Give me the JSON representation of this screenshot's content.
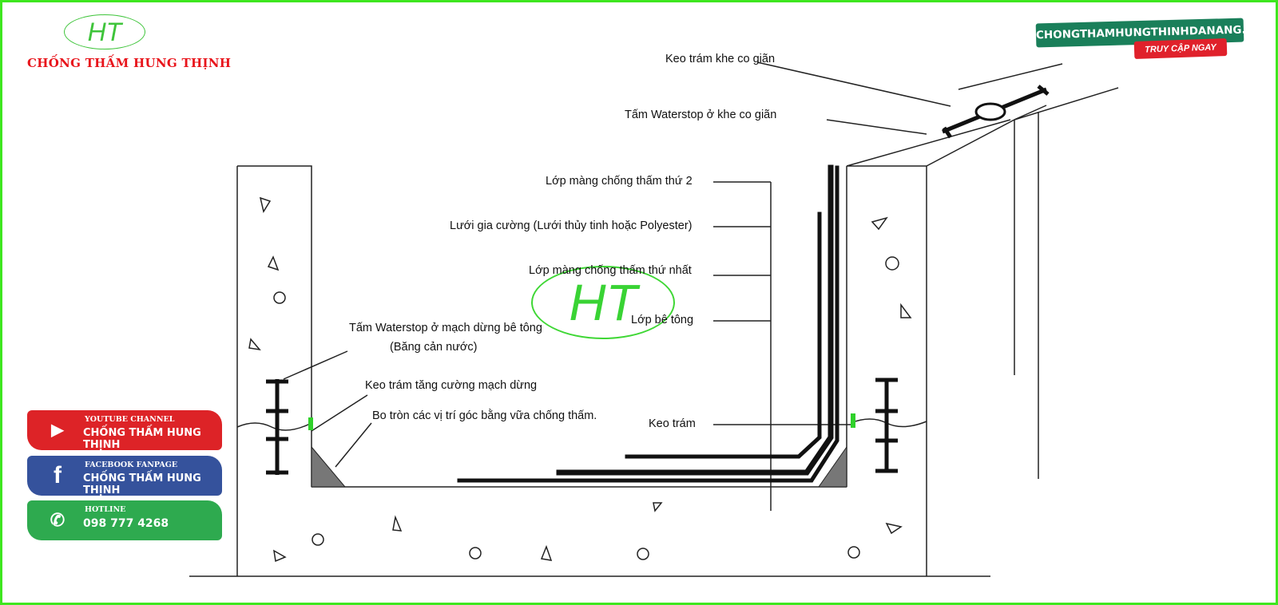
{
  "brand": {
    "logo_text": "HT",
    "name": "CHỐNG THẤM HUNG THỊNH",
    "watermark": "HT"
  },
  "website": {
    "url": "CHONGTHAMHUNGTHINHDANANG.COM",
    "cta": "TRUY CẬP NGAY"
  },
  "social": [
    {
      "title": "YOUTUBE CHANNEL",
      "value": "CHỐNG THẤM HUNG THỊNH",
      "icon": "youtube-icon",
      "color": "#dd2327"
    },
    {
      "title": "FACEBOOK FANPAGE",
      "value": "CHỐNG THẤM HUNG THỊNH",
      "icon": "facebook-icon",
      "color": "#35529c"
    },
    {
      "title": "HOTLINE",
      "value": "098 777 4268",
      "icon": "whatsapp-icon",
      "color": "#2eaa4f"
    }
  ],
  "labels": {
    "joint_sealant": "Keo trám khe co giãn",
    "joint_waterstop": "Tấm Waterstop ở khe co giãn",
    "membrane_2": "Lớp màng chống thấm thứ 2",
    "mesh": "Lưới gia cường (Lưới thủy tinh hoặc Polyester)",
    "membrane_1": "Lớp màng chống thấm thứ nhất",
    "concrete": "Lớp bê tông",
    "stop_waterstop": "Tấm Waterstop ở mạch dừng bê tông",
    "stop_waterstop_sub": "(Băng cản nước)",
    "stop_sealant": "Keo trám tăng cường mạch dừng",
    "fillet": "Bo tròn các vị trí góc bằng vữa chống thấm.",
    "sealant": "Keo trám"
  }
}
